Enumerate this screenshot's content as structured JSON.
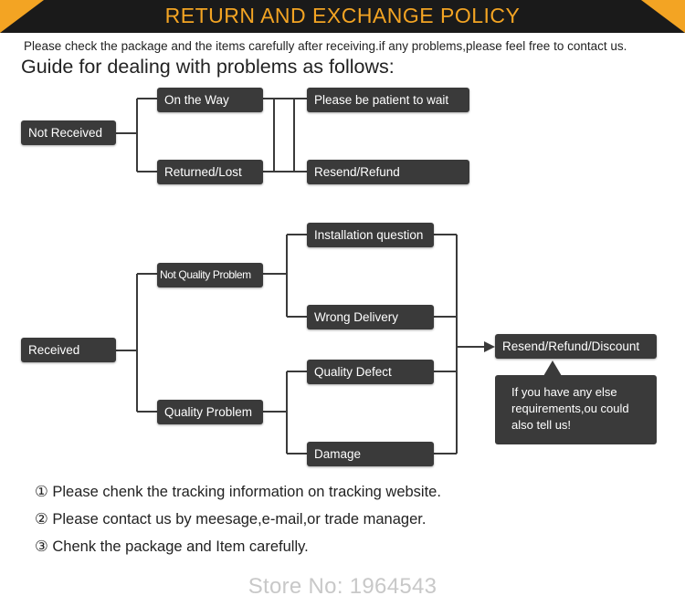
{
  "header": {
    "title": "RETURN AND EXCHANGE POLICY"
  },
  "intro": "Please check the package and the items carefully after receiving.if any problems,please feel free to contact us.",
  "guide_title": "Guide for dealing with problems as follows:",
  "nodes": {
    "not_received": "Not Received",
    "on_the_way": "On the Way",
    "returned_lost": "Returned/Lost",
    "be_patient": "Please be patient to wait",
    "resend_refund": "Resend/Refund",
    "received": "Received",
    "not_quality_problem": "Not Quality Problem",
    "quality_problem": "Quality Problem",
    "installation_question": "Installation question",
    "wrong_delivery": "Wrong Delivery",
    "quality_defect": "Quality Defect",
    "damage": "Damage",
    "resend_refund_discount": "Resend/Refund/Discount"
  },
  "bubble": "If you have any else requirements,ou could also tell us!",
  "notes": [
    "① Please chenk the tracking information on tracking website.",
    "② Please contact us by meesage,e-mail,or trade manager.",
    "③ Chenk the package and Item carefully."
  ],
  "footer": {
    "store": "Store No: 1964543"
  },
  "colors": {
    "accent": "#f3a423",
    "header_bg": "#1a1a1a",
    "box_bg": "#3a3a3a"
  }
}
